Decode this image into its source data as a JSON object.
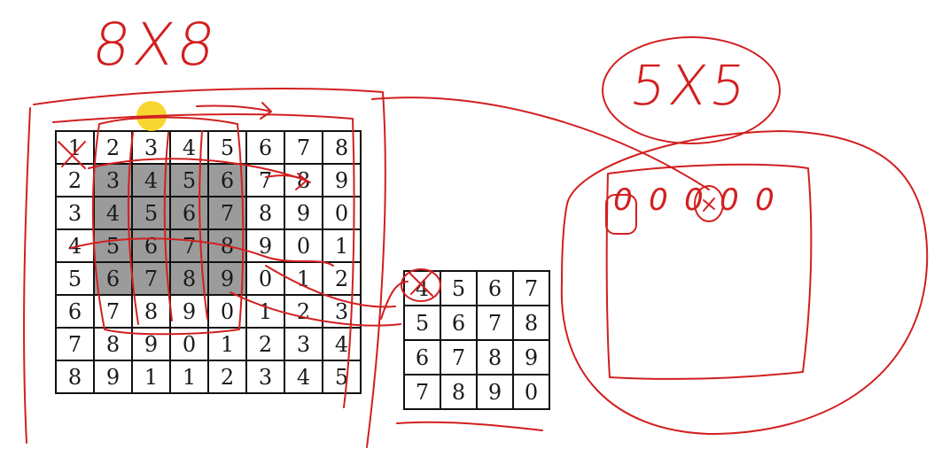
{
  "labels": {
    "big_grid": "8X8",
    "small_grid": "5X5"
  },
  "grid8": {
    "rows": [
      [
        "1",
        "2",
        "3",
        "4",
        "5",
        "6",
        "7",
        "8"
      ],
      [
        "2",
        "3",
        "4",
        "5",
        "6",
        "7",
        "8",
        "9"
      ],
      [
        "3",
        "4",
        "5",
        "6",
        "7",
        "8",
        "9",
        "0"
      ],
      [
        "4",
        "5",
        "6",
        "7",
        "8",
        "9",
        "0",
        "1"
      ],
      [
        "5",
        "6",
        "7",
        "8",
        "9",
        "0",
        "1",
        "2"
      ],
      [
        "6",
        "7",
        "8",
        "9",
        "0",
        "1",
        "2",
        "3"
      ],
      [
        "7",
        "8",
        "9",
        "0",
        "1",
        "2",
        "3",
        "4"
      ],
      [
        "8",
        "9",
        "1",
        "1",
        "2",
        "3",
        "4",
        "5"
      ]
    ],
    "shaded_rows": [
      1,
      2,
      3,
      4
    ],
    "shaded_cols": [
      1,
      2,
      3,
      4
    ]
  },
  "grid4": {
    "rows": [
      [
        "4",
        "5",
        "6",
        "7"
      ],
      [
        "5",
        "6",
        "7",
        "8"
      ],
      [
        "6",
        "7",
        "8",
        "9"
      ],
      [
        "7",
        "8",
        "9",
        "0"
      ]
    ]
  },
  "output_row": [
    "0",
    "0",
    "0",
    "0",
    "0"
  ],
  "colors": {
    "ink": "#d21f1f",
    "shade": "#9b9b9b",
    "highlight": "#f7d21c"
  }
}
